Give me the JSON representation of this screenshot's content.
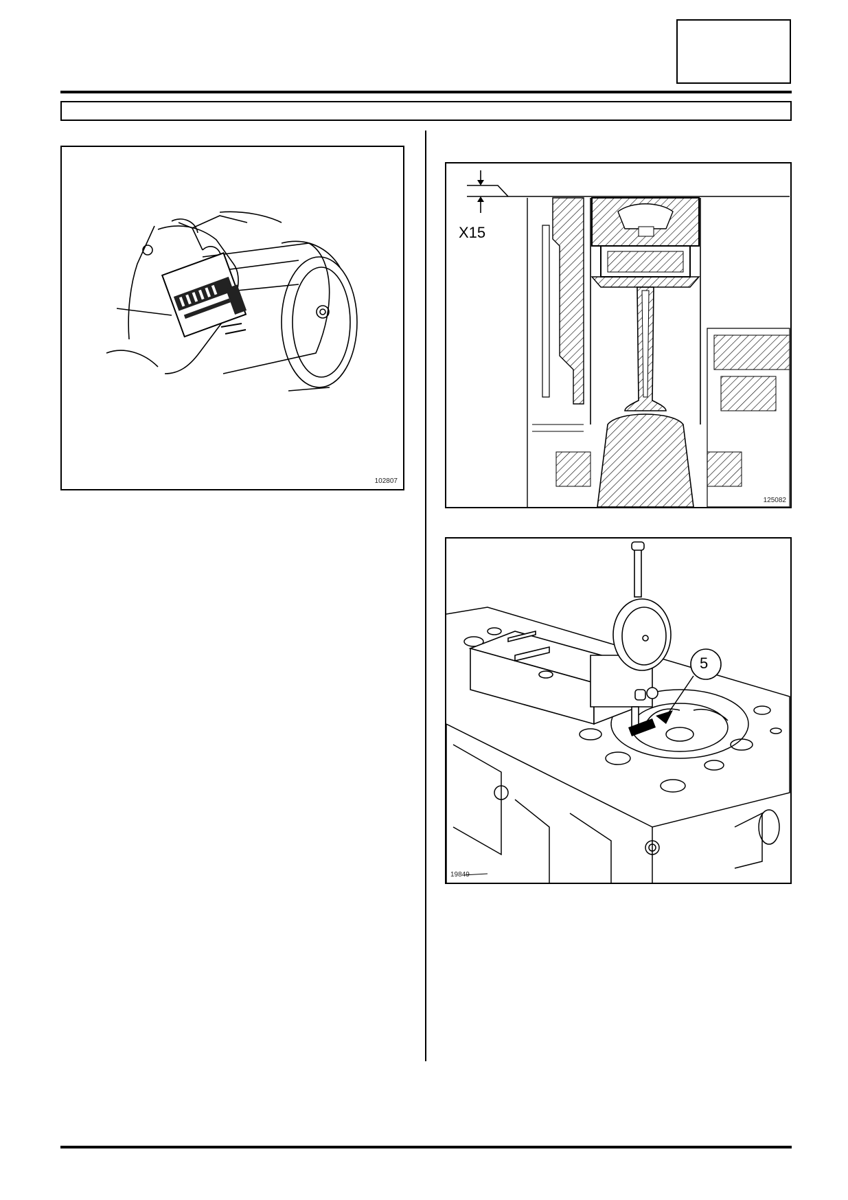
{
  "figures": [
    {
      "id": "fig-plastigage",
      "ref": "102807",
      "label": ""
    },
    {
      "id": "fig-piston-section",
      "ref": "125082",
      "label": "X15"
    },
    {
      "id": "fig-dial-gauge",
      "ref": "19849",
      "callout": "5"
    }
  ]
}
